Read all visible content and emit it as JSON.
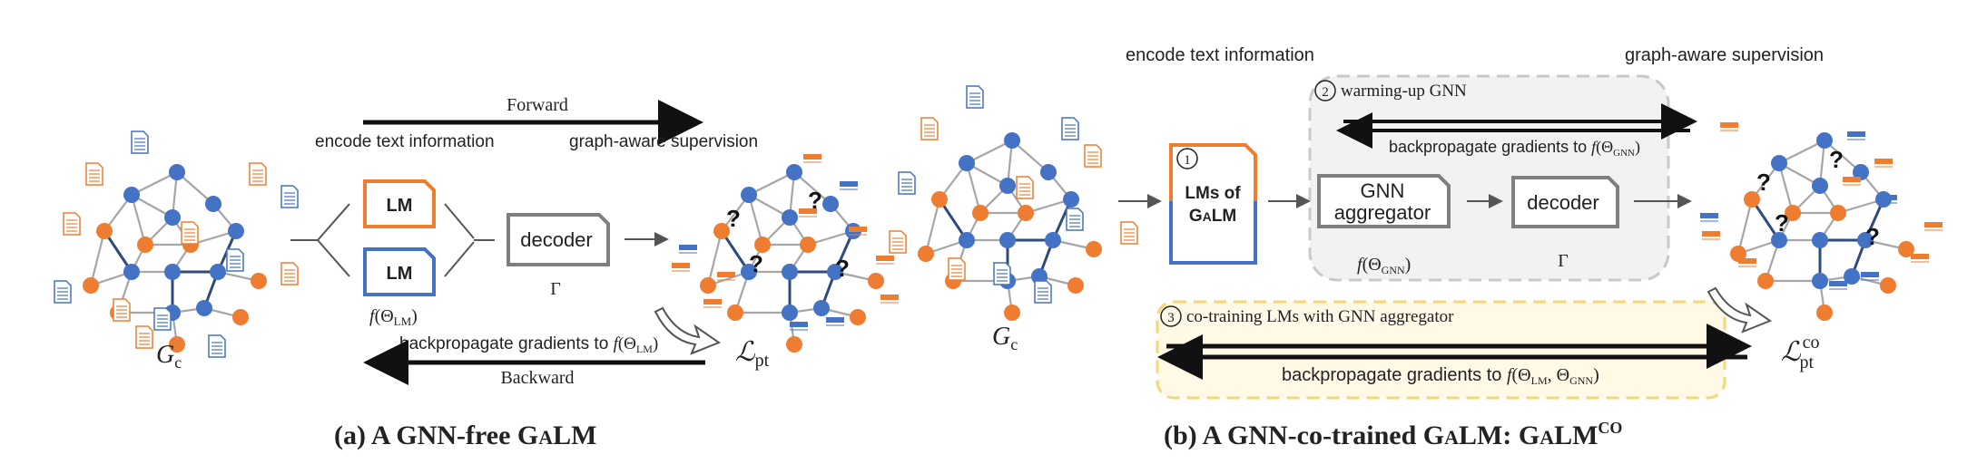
{
  "panel_a": {
    "forward_label": "Forward",
    "encode_label": "encode text information",
    "supervision_label": "graph-aware supervision",
    "lm_label_1": "LM",
    "lm_label_2": "LM",
    "f_lm_label": "f(ΘLM)",
    "decoder_label": "decoder",
    "gamma_label": "Γ",
    "graph_label": "Gc",
    "loss_label": "ℒpt",
    "backprop_label": "backpropagate gradients to f(ΘLM)",
    "backward_label": "Backward",
    "caption": "(a) A GNN-free GaLM"
  },
  "panel_b": {
    "encode_label": "encode text information",
    "supervision_label": "graph-aware supervision",
    "step1_num": "1",
    "step1_label_line1": "LMs of",
    "step1_label_line2": "GaLM",
    "step2_num": "2",
    "step2_label": "warming-up GNN",
    "backprop_gnn_label": "backpropagate gradients to f(ΘGNN)",
    "gnn_label_line1": "GNN",
    "gnn_label_line2": "aggregator",
    "f_gnn_label": "f(ΘGNN)",
    "decoder_label": "decoder",
    "gamma_label": "Γ",
    "graph_label": "Gc",
    "step3_num": "3",
    "step3_label": "co-training LMs with GNN aggregator",
    "backprop_all_label": "backpropagate gradients to f(ΘLM, ΘGNN)",
    "loss_label": "ℒco pt",
    "caption": "(b) A GNN-co-trained GaLM: GaLMCO"
  },
  "colors": {
    "orange": "#ee7d31",
    "blue": "#4472c4",
    "gray": "#7f7f7f",
    "dark": "#111111",
    "yellow_bg": "#fff9e6",
    "yellow_border": "#f6d675",
    "gray_bg": "#f2f2f2"
  }
}
